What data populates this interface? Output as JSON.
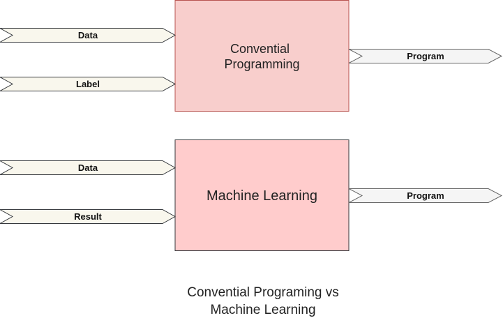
{
  "diagram": {
    "boxes": [
      {
        "id": "conventional",
        "lines": [
          "Convential",
          "Programming"
        ],
        "fill": "#f8cecc",
        "stroke": "#b85450"
      },
      {
        "id": "ml",
        "lines": [
          "Machine Learning"
        ],
        "fill": "#ffcccc",
        "stroke": "#36393d"
      }
    ],
    "arrows": [
      {
        "id": "data-in-1",
        "label": "Data",
        "fill": "#f9f7ed",
        "stroke": "#36393d"
      },
      {
        "id": "label-in",
        "label": "Label",
        "fill": "#f9f7ed",
        "stroke": "#36393d"
      },
      {
        "id": "program-out-1",
        "label": "Program",
        "fill": "#f5f5f5",
        "stroke": "#666666"
      },
      {
        "id": "data-in-2",
        "label": "Data",
        "fill": "#f9f7ed",
        "stroke": "#36393d"
      },
      {
        "id": "result-in",
        "label": "Result",
        "fill": "#f9f7ed",
        "stroke": "#36393d"
      },
      {
        "id": "program-out-2",
        "label": "Program",
        "fill": "#f5f5f5",
        "stroke": "#666666"
      }
    ],
    "caption": [
      "Convential Programing vs",
      "Machine Learning"
    ]
  }
}
